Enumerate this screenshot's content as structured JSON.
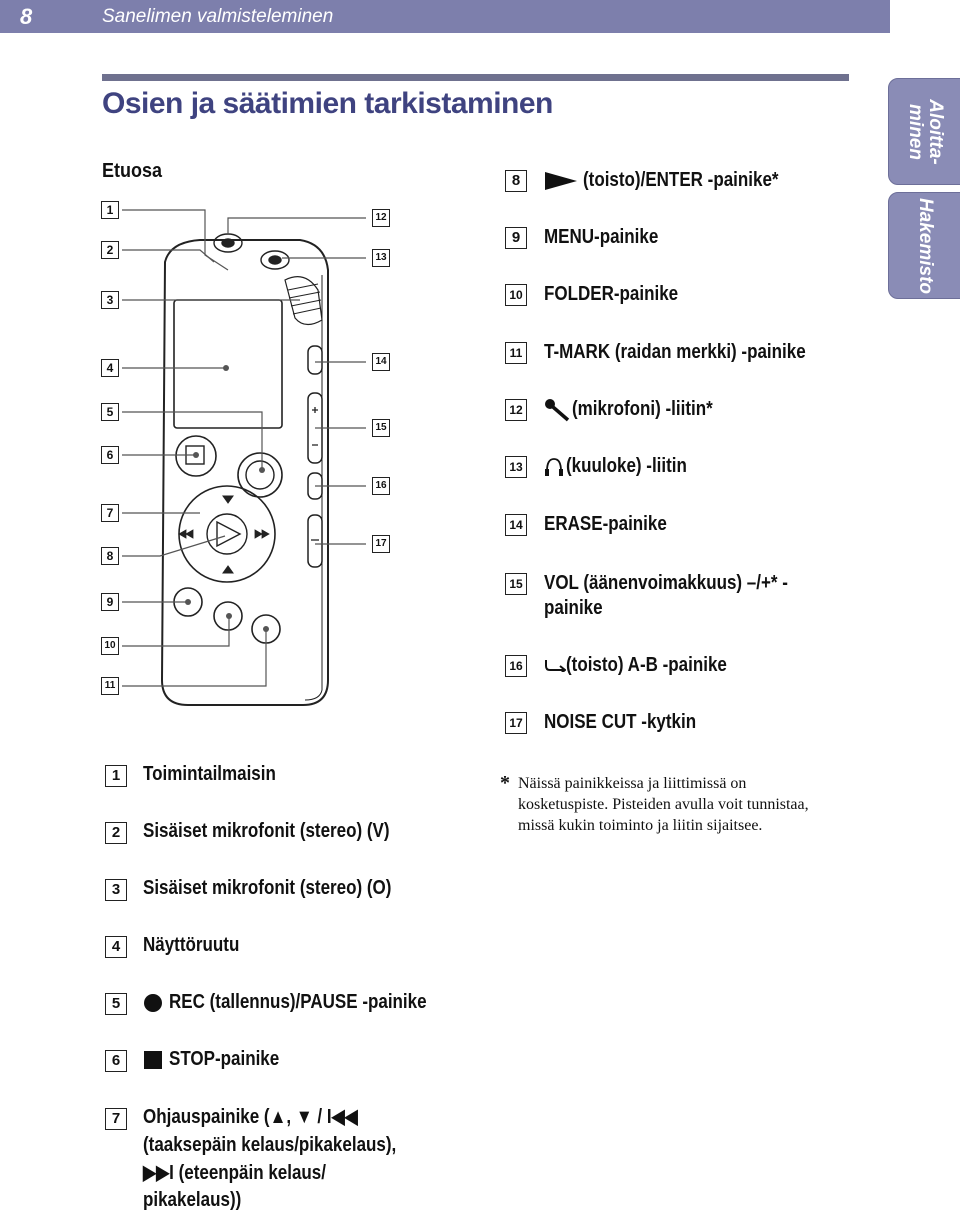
{
  "header": {
    "page_number": "8",
    "section": "Sanelimen valmisteleminen"
  },
  "title": "Osien ja säätimien tarkistaminen",
  "subtitle": "Etuosa",
  "tabs": [
    {
      "label": "Aloitta-\nminen"
    },
    {
      "label": "Hakemisto"
    }
  ],
  "diagram_callouts": {
    "left": [
      "1",
      "2",
      "3",
      "4",
      "5",
      "6",
      "7",
      "8",
      "9",
      "10",
      "11"
    ],
    "right": [
      "12",
      "13",
      "14",
      "15",
      "16",
      "17"
    ]
  },
  "parts_left": [
    {
      "num": "1",
      "label": "Toimintailmaisin"
    },
    {
      "num": "2",
      "label": "Sisäiset mikrofonit (stereo) (V)"
    },
    {
      "num": "3",
      "label": "Sisäiset mikrofonit (stereo) (O)"
    },
    {
      "num": "4",
      "label": "Näyttöruutu"
    },
    {
      "num": "5",
      "icon": "record-dot-icon",
      "label": "REC (tallennus)/PAUSE -painike"
    },
    {
      "num": "6",
      "icon": "stop-square-icon",
      "label": "STOP-painike"
    },
    {
      "num": "7",
      "lines": [
        "Ohjauspainike (▲, ▼ / I◀◀",
        "(taaksepäin kelaus/pikakelaus),",
        "▶▶I (eteenpäin kelaus/",
        "pikakelaus))"
      ]
    }
  ],
  "parts_right": [
    {
      "num": "8",
      "icon": "play-triangle-icon",
      "label": "(toisto)/ENTER -painike*"
    },
    {
      "num": "9",
      "label": "MENU-painike"
    },
    {
      "num": "10",
      "label": "FOLDER-painike"
    },
    {
      "num": "11",
      "label": "T-MARK (raidan merkki) -painike"
    },
    {
      "num": "12",
      "icon": "microphone-icon",
      "label": "(mikrofoni) -liitin*"
    },
    {
      "num": "13",
      "icon": "headphones-icon",
      "label": "(kuuloke) -liitin"
    },
    {
      "num": "14",
      "label": "ERASE-painike"
    },
    {
      "num": "15",
      "lines": [
        "VOL (äänenvoimakkuus) –/+* -",
        "painike"
      ]
    },
    {
      "num": "16",
      "icon": "repeat-icon",
      "label": "(toisto) A-B -painike"
    },
    {
      "num": "17",
      "label": "NOISE CUT -kytkin"
    }
  ],
  "footnote": {
    "marker": "*",
    "text": "Näissä painikkeissa ja liittimissä on kosketuspiste. Pisteiden avulla voit tunnistaa, missä kukin toiminto ja liitin sijaitsee."
  },
  "colors": {
    "header_bg": "#7d7fac",
    "title": "#3f4380",
    "tab_bg": "#8a8cb6"
  }
}
